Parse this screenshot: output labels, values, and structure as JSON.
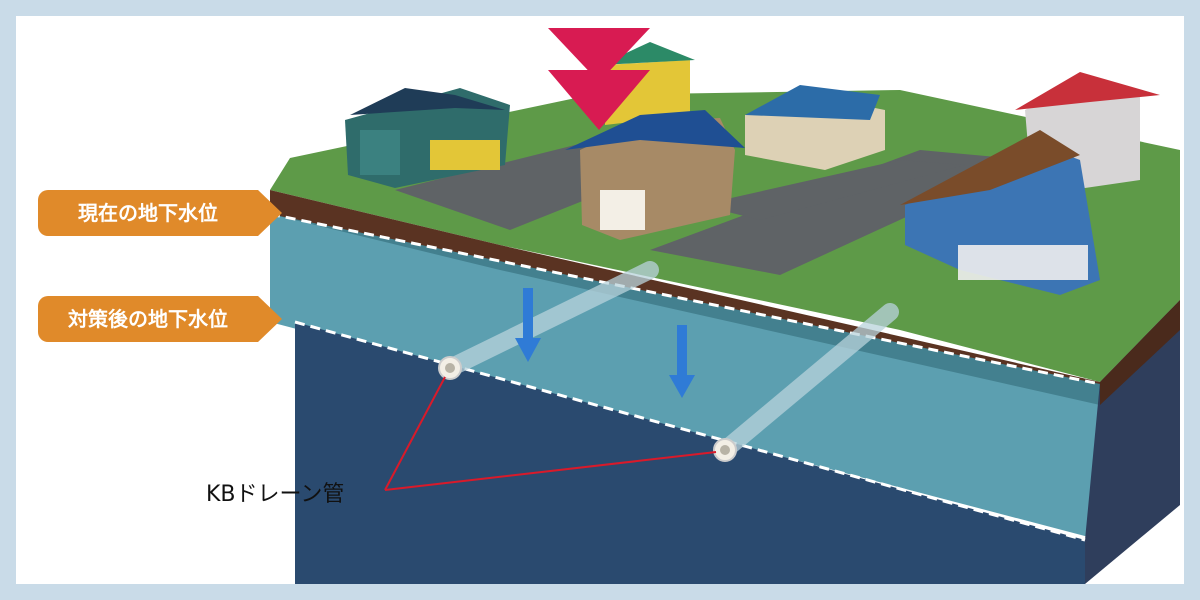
{
  "labels": {
    "current_water_level": "現在の地下水位",
    "after_water_level": "対策後の地下水位",
    "pipe": "KBドレーン管"
  },
  "icons": [
    "down-arrow-icon",
    "down-arrow-icon"
  ],
  "colors": {
    "callout": "#e08a2a",
    "arrow": "#d81b52",
    "grass": "#5e9a48",
    "road": "#5f6366",
    "water": "#3f8ea2",
    "deep": "#2a4a6f",
    "pointer": "#d91a2a"
  }
}
